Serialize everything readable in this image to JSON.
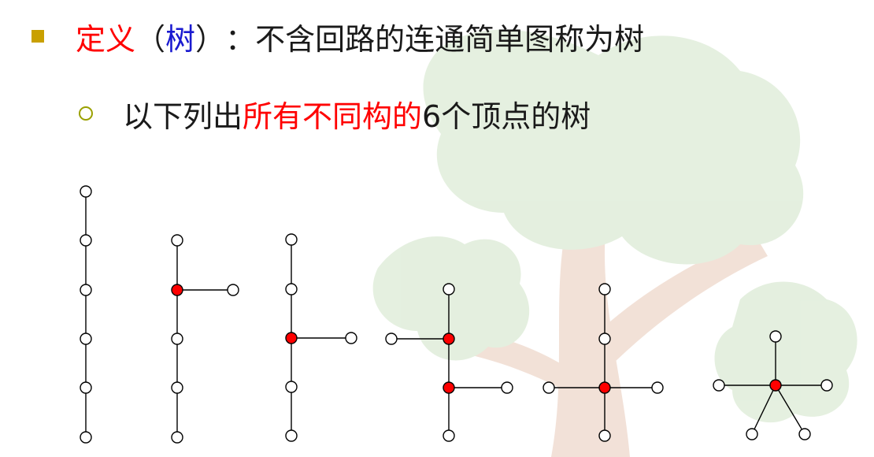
{
  "definition": {
    "term": "定义",
    "open_paren": "（",
    "keyword": "树",
    "close_paren": "）",
    "colon": "：",
    "text": "不含回路的连通简单图称为树"
  },
  "sub_point": {
    "prefix": "以下列出",
    "highlight": "所有不同构的",
    "suffix": "6个顶点的树"
  },
  "colors": {
    "accent_red": "#ff0000",
    "accent_blue": "#1a1ad0",
    "bullet_square": "#c9a000",
    "bullet_circle": "#9aa000"
  },
  "trees": {
    "count": 6,
    "vertices_per_tree": 6
  }
}
